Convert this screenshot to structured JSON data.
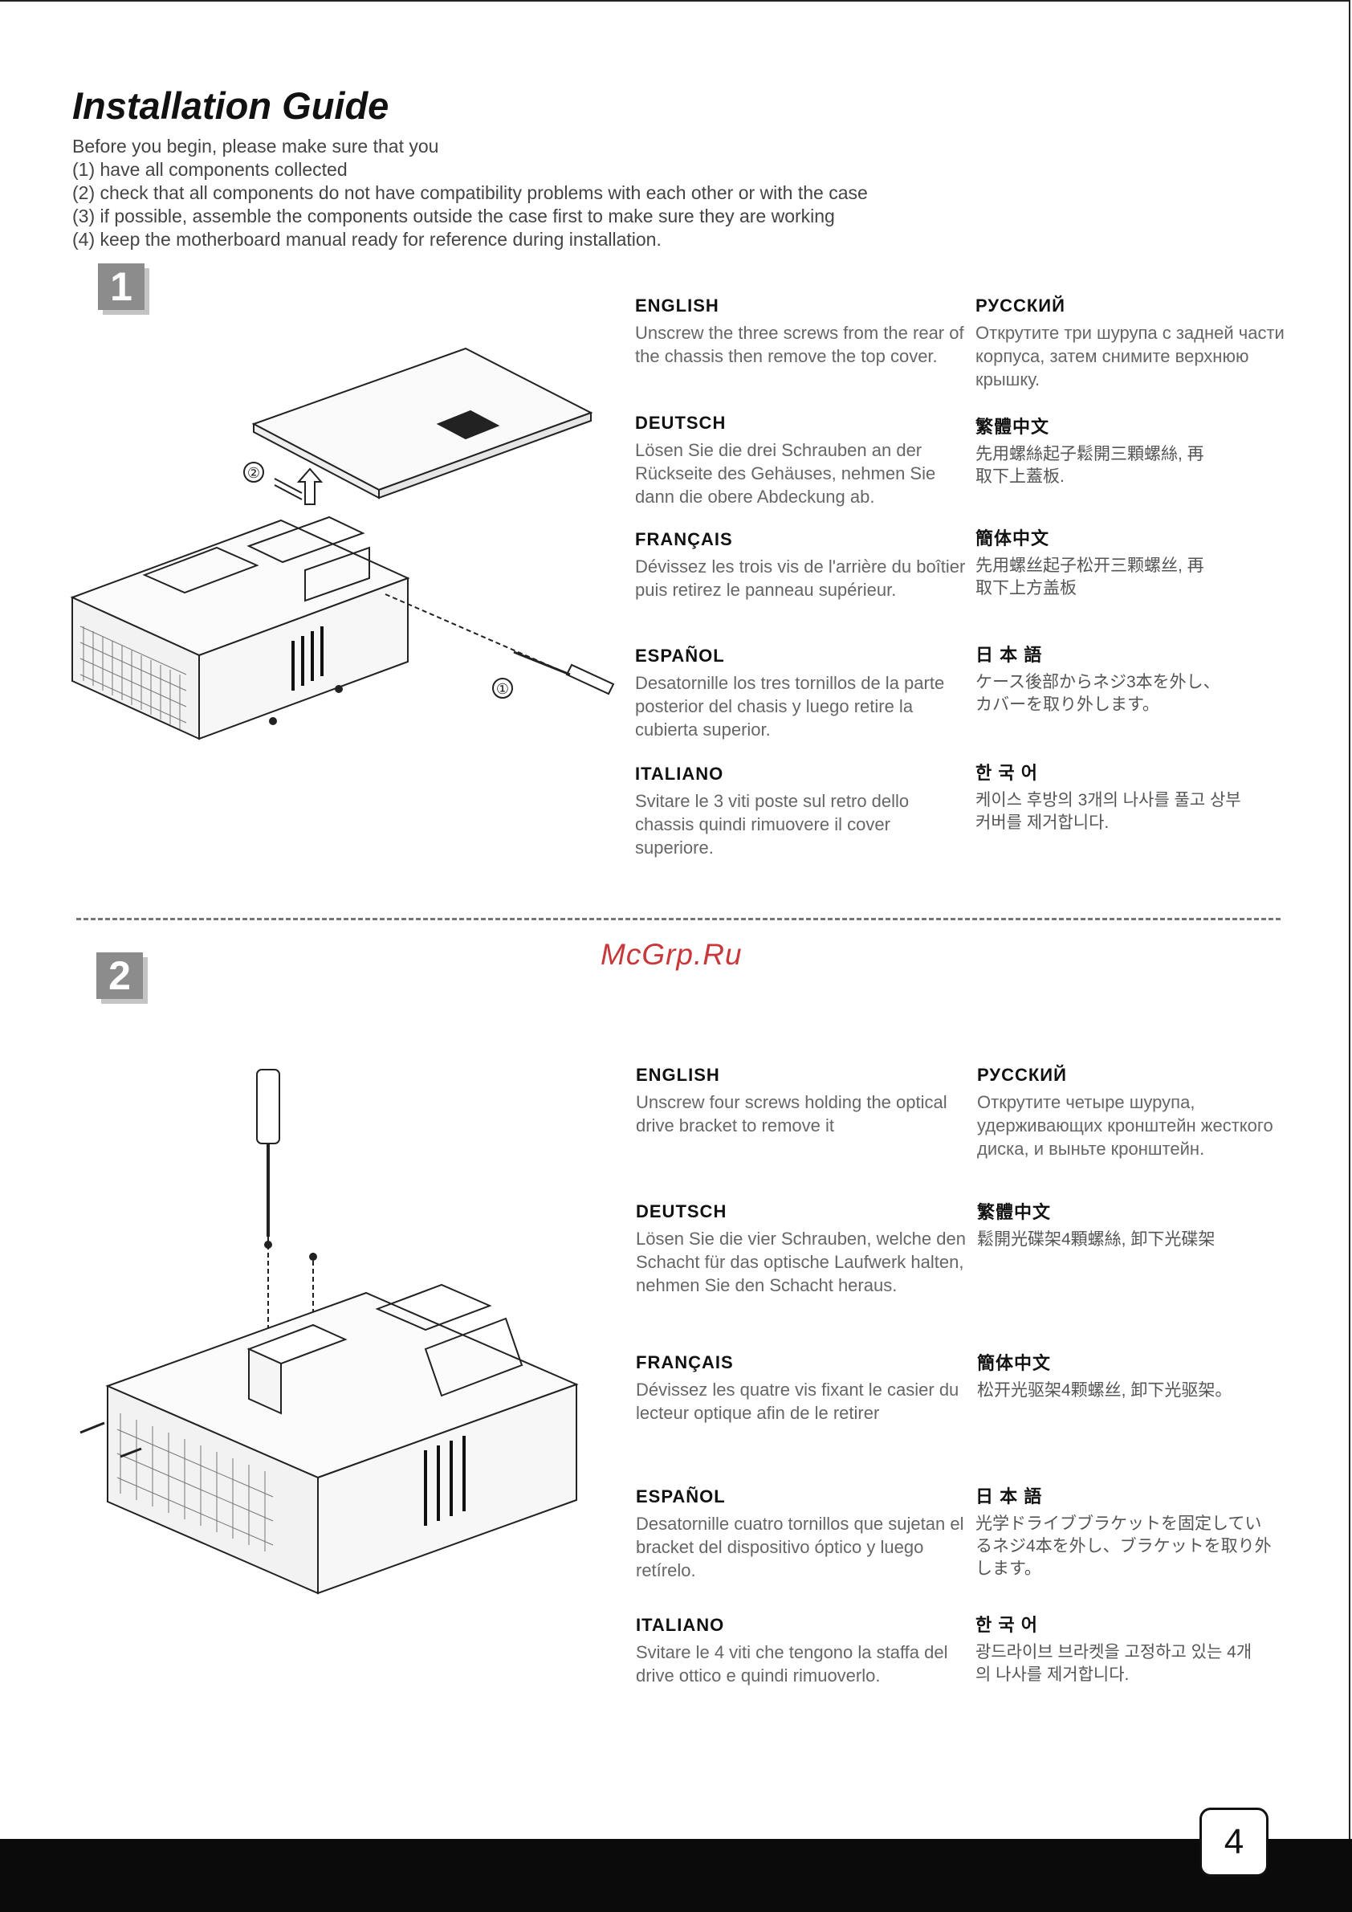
{
  "title": "Installation Guide",
  "intro": [
    "Before you begin, please make sure that you",
    "(1) have all components collected",
    "(2) check that all components do not have compatibility problems with each other or with the case",
    "(3) if possible, assemble the components outside the case first to make sure they are working",
    "(4) keep the motherboard manual ready for reference during installation."
  ],
  "step1": {
    "number": "1",
    "callout_1": "①",
    "callout_2": "②",
    "english": {
      "title": "ENGLISH",
      "text": "Unscrew the three screws from the rear of the chassis then remove the top cover."
    },
    "deutsch": {
      "title": "DEUTSCH",
      "text": "Lösen Sie die drei Schrauben an der Rückseite des Gehäuses, nehmen Sie dann die obere Abdeckung ab."
    },
    "francais": {
      "title": "FRANÇAIS",
      "text": "Dévissez les trois vis de l'arrière du boîtier puis retirez le panneau supérieur."
    },
    "espanol": {
      "title": "ESPAÑOL",
      "text": "Desatornille los tres tornillos de la parte posterior del chasis y luego retire la cubierta superior."
    },
    "italiano": {
      "title": "ITALIANO",
      "text": "Svitare le 3 viti poste sul retro dello chassis quindi rimuovere il cover superiore."
    },
    "russian": {
      "title": "РУССКИЙ",
      "text": "Открутите три шурупа с задней части корпуса, затем снимите верхнюю крышку."
    },
    "trad_chinese": {
      "title": "繁體中文",
      "text": "先用螺絲起子鬆開三顆螺絲, 再取下上蓋板."
    },
    "simp_chinese": {
      "title": "簡体中文",
      "text": "先用螺丝起子松开三颗螺丝, 再取下上方盖板"
    },
    "japanese": {
      "title": "日 本 語",
      "text": "ケース後部からネジ3本を外し、カバーを取り外します。"
    },
    "korean": {
      "title": "한 국 어",
      "text": "케이스 후방의 3개의 나사를 풀고 상부 커버를 제거합니다."
    }
  },
  "watermark": "McGrp.Ru",
  "step2": {
    "number": "2",
    "english": {
      "title": "ENGLISH",
      "text": "Unscrew four screws holding the optical drive bracket to remove it"
    },
    "deutsch": {
      "title": "DEUTSCH",
      "text": "Lösen Sie die vier Schrauben, welche den Schacht für das optische Laufwerk halten, nehmen Sie den Schacht heraus."
    },
    "francais": {
      "title": "FRANÇAIS",
      "text": "Dévissez les quatre vis fixant le casier du lecteur optique afin de le retirer"
    },
    "espanol": {
      "title": "ESPAÑOL",
      "text": "Desatornille cuatro tornillos que sujetan el bracket del dispositivo óptico y luego retírelo."
    },
    "italiano": {
      "title": "ITALIANO",
      "text": "Svitare le 4 viti che tengono la staffa del drive ottico e quindi rimuoverlo."
    },
    "russian": {
      "title": "РУССКИЙ",
      "text": "Открутите четыре шурупа, удерживающих кронштейн жесткого диска, и выньте кронштейн."
    },
    "trad_chinese": {
      "title": "繁體中文",
      "text": "鬆開光碟架4顆螺絲, 卸下光碟架"
    },
    "simp_chinese": {
      "title": "簡体中文",
      "text": "松开光驱架4颗螺丝, 卸下光驱架。"
    },
    "japanese": {
      "title": "日 本 語",
      "text": "光学ドライブブラケットを固定しているネジ4本を外し、ブラケットを取り外します。"
    },
    "korean": {
      "title": "한 국 어",
      "text": "광드라이브 브라켓을 고정하고 있는 4개의 나사를 제거합니다."
    }
  },
  "page_number": "4"
}
